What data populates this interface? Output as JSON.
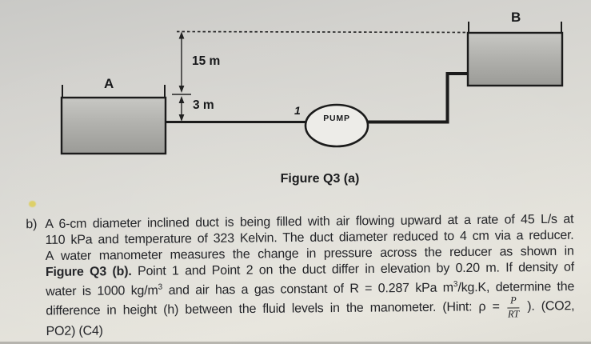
{
  "figure": {
    "caption": "Figure Q3 (a)",
    "labels": {
      "tank_a": "A",
      "tank_b": "B",
      "height_upper": "15 m",
      "height_lower": "3 m",
      "point": "1",
      "pump": "PUMP"
    }
  },
  "question": {
    "item": "b)",
    "line1": "A 6-cm diameter inclined duct is being filled with air flowing upward at a rate of 45 L/s at",
    "line2": "110 kPa and temperature of 323 Kelvin. The duct diameter reduced to 4 cm via a reducer.",
    "line3": "A water manometer measures the change in pressure across the reducer as shown in",
    "line4_bold": "Figure Q3 (b).",
    "line4_rest": " Point 1 and Point 2 on the duct differ in elevation by 0.20 m. If density of",
    "line5_a": "water is 1000 kg/m",
    "line5_sup1": "3",
    "line5_b": " and air has a gas constant of R = 0.287 kPa m",
    "line5_sup2": "3",
    "line5_c": "/kg.K, determine the",
    "line6_a": "difference in height (h) between the fluid levels in the manometer. (Hint: ρ = ",
    "line6_frac_num": "P",
    "line6_frac_den": "RT",
    "line6_b": " ). (CO2,",
    "line7": "PO2) (C4)"
  },
  "colors": {
    "ink": "#1b1b1b",
    "paper_dark": "#c9c9c6",
    "paper_light": "#e7e5dd",
    "tank_fill_top": "#c8c8c4",
    "tank_fill_bottom": "#9b9b97",
    "pump_fill": "#edece8",
    "artifact_yellow": "#ddd069"
  }
}
